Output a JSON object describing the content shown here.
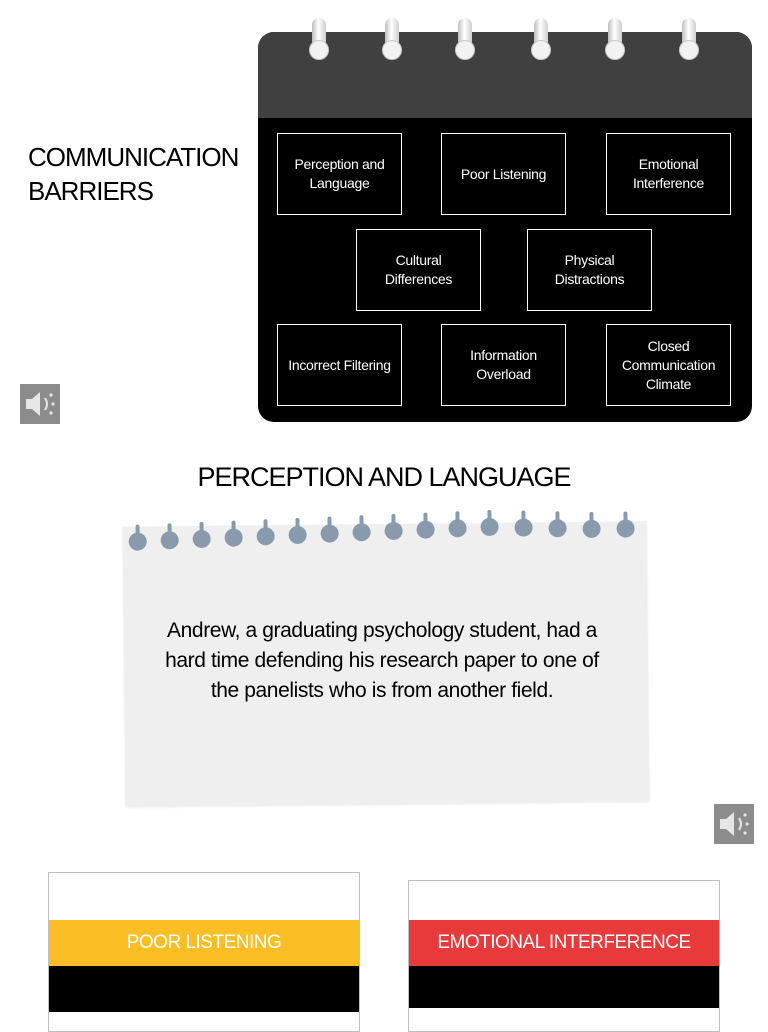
{
  "section1": {
    "title_line1": "COMMUNICATION",
    "title_line2": "BARRIERS",
    "barriers": [
      "Perception and Language",
      "Poor Listening",
      "Emotional Interference",
      "Cultural Differences",
      "Physical Distractions",
      "Incorrect Filtering",
      "Information Overload",
      "Closed Communication Climate"
    ],
    "speaker_icon": "speaker-icon"
  },
  "section2": {
    "title": "PERCEPTION AND LANGUAGE",
    "note_text": "Andrew, a graduating psychology student, had a hard time defending his research paper to one of the panelists who is from another field.",
    "speaker_icon": "speaker-icon"
  },
  "section3": {
    "cards": [
      {
        "label": "POOR LISTENING",
        "color": "#fbbe24"
      },
      {
        "label": "EMOTIONAL INTERFERENCE",
        "color": "#e8393b"
      }
    ]
  },
  "colors": {
    "calendar_header": "#404040",
    "calendar_body": "#000000",
    "note_bg": "#efefef",
    "pin": "#8a9aad",
    "speaker": "#8c8c8c"
  }
}
